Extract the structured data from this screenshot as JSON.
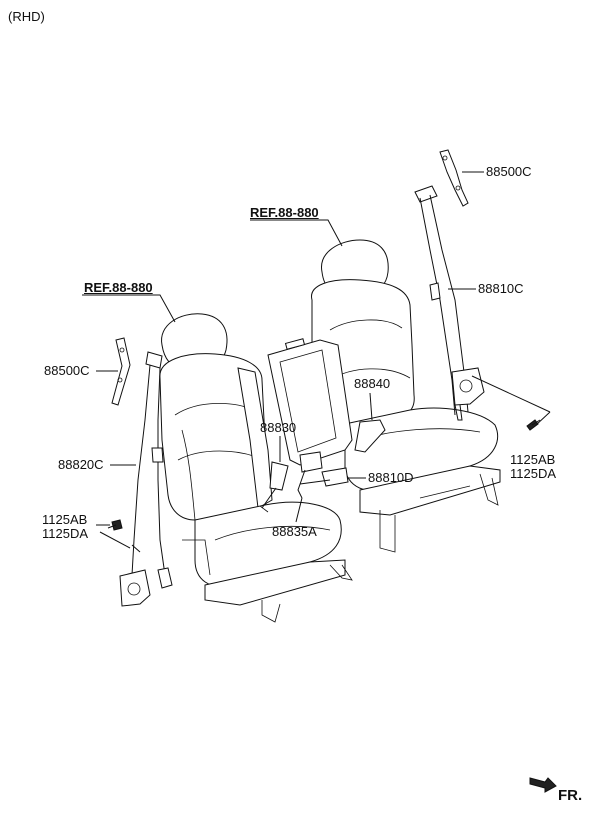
{
  "header": {
    "variant": "(RHD)"
  },
  "labels": {
    "ref_right": "REF.88-880",
    "ref_left": "REF.88-880",
    "p88500c_right": "88500C",
    "p88810c": "88810C",
    "p88500c_left": "88500C",
    "p88840": "88840",
    "p88830": "88830",
    "p88820c": "88820C",
    "p88810d": "88810D",
    "p1125ab_right": "1125AB",
    "p1125da_right": "1125DA",
    "p1125ab_left": "1125AB",
    "p1125da_left": "1125DA",
    "p88835a": "88835A"
  },
  "footer": {
    "direction": "FR."
  }
}
